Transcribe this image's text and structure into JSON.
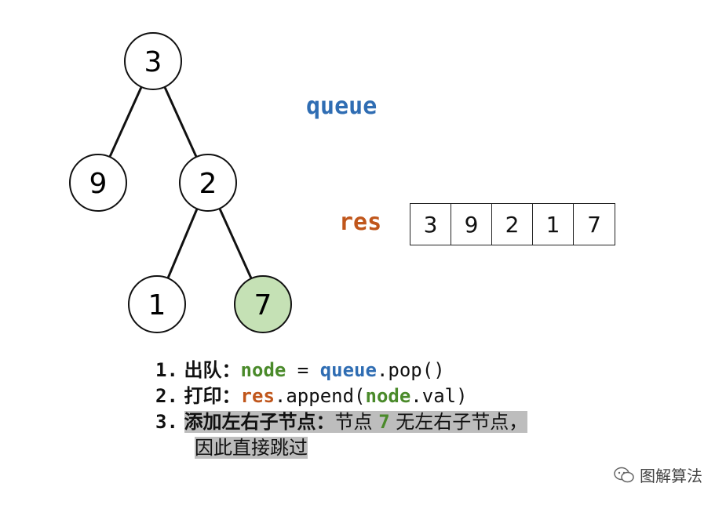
{
  "tree": {
    "nodes": [
      {
        "id": "n3",
        "label": "3",
        "highlighted": false
      },
      {
        "id": "n9",
        "label": "9",
        "highlighted": false
      },
      {
        "id": "n2",
        "label": "2",
        "highlighted": false
      },
      {
        "id": "n1",
        "label": "1",
        "highlighted": false
      },
      {
        "id": "n7",
        "label": "7",
        "highlighted": true
      }
    ],
    "edges": [
      [
        "n3",
        "n9"
      ],
      [
        "n3",
        "n2"
      ],
      [
        "n2",
        "n1"
      ],
      [
        "n2",
        "n7"
      ]
    ],
    "highlight_color": "#c5e1b5"
  },
  "queue_label": "queue",
  "res_label": "res",
  "res_values": [
    "3",
    "9",
    "2",
    "1",
    "7"
  ],
  "steps": {
    "s1": {
      "num": "1.",
      "title": "出队：",
      "a": "node",
      "eq": " = ",
      "b": "queue",
      "c": ".pop()"
    },
    "s2": {
      "num": "2.",
      "title": "打印：",
      "a": "res",
      "b": ".append(",
      "c": "node",
      "d": ".val)"
    },
    "s3": {
      "num": "3.",
      "title": "添加左右子节点：",
      "a": "节点 ",
      "b": "7",
      "c": " 无左右子节点，",
      "line2": "因此直接跳过"
    }
  },
  "watermark": "图解算法",
  "colors": {
    "queue": "#2f6db3",
    "res": "#c0561b",
    "node": "#4a8a2a",
    "highlight_bg": "#bdbdbd"
  }
}
